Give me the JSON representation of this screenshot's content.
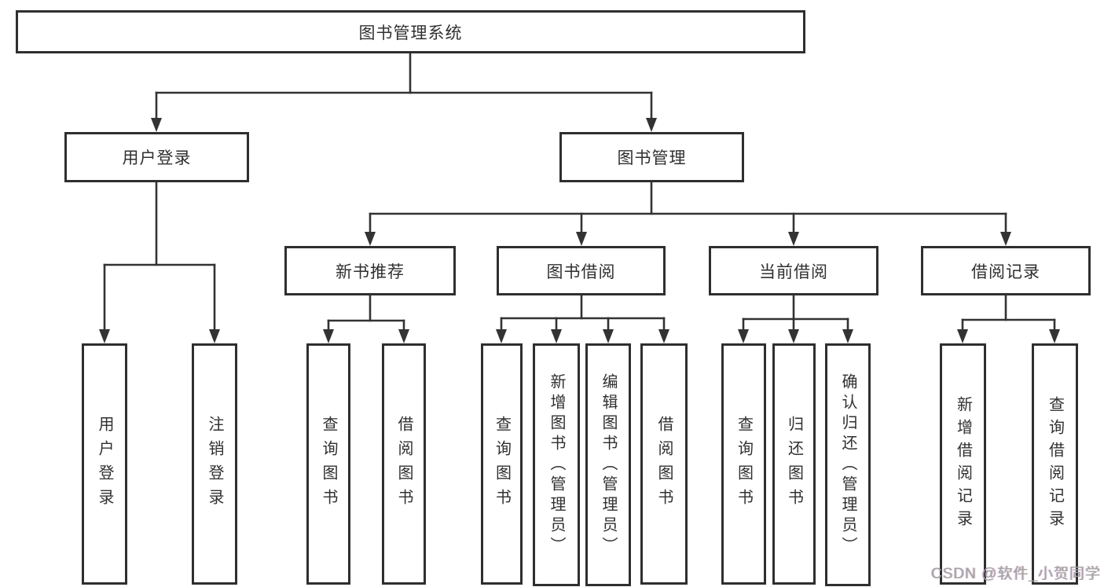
{
  "diagram": {
    "title": "图书管理系统",
    "tree": {
      "label": "图书管理系统",
      "children": [
        {
          "label": "用户登录",
          "children": [
            {
              "label": "用户登录"
            },
            {
              "label": "注销登录"
            }
          ]
        },
        {
          "label": "图书管理",
          "children": [
            {
              "label": "新书推荐",
              "children": [
                {
                  "label": "查询图书"
                },
                {
                  "label": "借阅图书"
                }
              ]
            },
            {
              "label": "图书借阅",
              "children": [
                {
                  "label": "查询图书"
                },
                {
                  "label": "新增图书（管理员）"
                },
                {
                  "label": "编辑图书（管理员）"
                },
                {
                  "label": "借阅图书"
                }
              ]
            },
            {
              "label": "当前借阅",
              "children": [
                {
                  "label": "查询图书"
                },
                {
                  "label": "归还图书"
                },
                {
                  "label": "确认归还（管理员）"
                }
              ]
            },
            {
              "label": "借阅记录",
              "children": [
                {
                  "label": "新增借阅记录"
                },
                {
                  "label": "查询借阅记录"
                }
              ]
            }
          ]
        }
      ]
    },
    "colors": {
      "line": "#333333",
      "box_border": "#2f2f2f",
      "box_background": "#ffffff",
      "text": "#303030",
      "watermark": "#a3a3a3"
    },
    "watermark": "CSDN @软件_小贺同学"
  }
}
